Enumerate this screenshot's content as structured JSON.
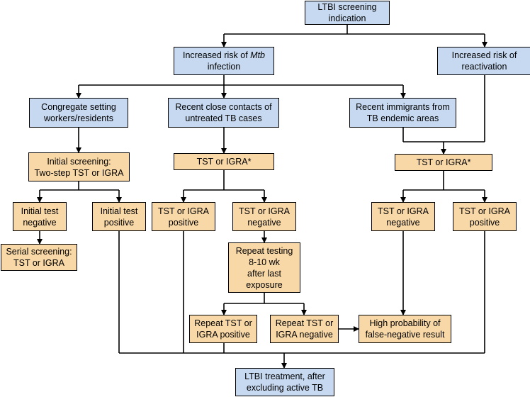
{
  "nodes": {
    "ltbi_indication": [
      "LTBI screening",
      "indication"
    ],
    "risk_infection": [
      "Increased risk of ",
      "Mtb",
      "infection"
    ],
    "risk_reactivation": [
      "Increased risk of",
      "reactivation"
    ],
    "congregate": [
      "Congregate setting",
      "workers/residents"
    ],
    "close_contacts": [
      "Recent close contacts of",
      "untreated TB cases"
    ],
    "immigrants": [
      "Recent immigrants from",
      "TB endemic areas"
    ],
    "initial_screening": [
      "Initial screening:",
      "Two-step TST or IGRA"
    ],
    "tst_igra_mid": [
      "TST or IGRA*"
    ],
    "tst_igra_right": [
      "TST or IGRA*"
    ],
    "initial_negative": [
      "Initial test",
      "negative"
    ],
    "initial_positive": [
      "Initial test",
      "positive"
    ],
    "mid_positive": [
      "TST or IGRA",
      "positive"
    ],
    "mid_negative": [
      "TST or IGRA",
      "negative"
    ],
    "right_negative": [
      "TST or IGRA",
      "negative"
    ],
    "right_positive": [
      "TST or IGRA",
      "positive"
    ],
    "serial_screening": [
      "Serial screening:",
      "TST or IGRA"
    ],
    "repeat_testing": [
      "Repeat testing",
      "8-10 wk",
      "after last",
      "exposure"
    ],
    "repeat_positive": [
      "Repeat TST or",
      "IGRA positive"
    ],
    "repeat_negative": [
      "Repeat TST or",
      "IGRA negative"
    ],
    "false_negative": [
      "High probability of",
      "false-negative result"
    ],
    "ltbi_treatment": [
      "LTBI treatment, after",
      "excluding active TB"
    ]
  },
  "colors": {
    "blue_box": "#c6d9f1",
    "tan_box": "#f9d8a7",
    "line": "#000000"
  }
}
